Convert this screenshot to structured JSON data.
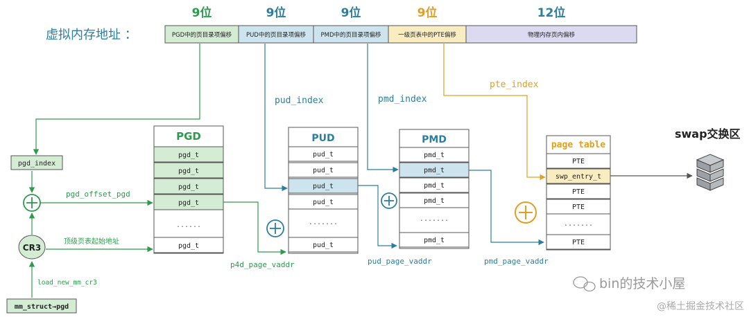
{
  "virtual_address": {
    "label": "虚拟内存地址 ：",
    "fields": [
      {
        "bits": "9位",
        "text": "PGD中的页目录项偏移",
        "color": "#2e9a4e"
      },
      {
        "bits": "9位",
        "text": "PUD中的页目录项偏移",
        "color": "#2b7f9e"
      },
      {
        "bits": "9位",
        "text": "PMD中的页目录项偏移",
        "color": "#2b7f9e"
      },
      {
        "bits": "9位",
        "text": "一级页表中的PTE偏移",
        "color": "#e0a020"
      },
      {
        "bits": "12位",
        "text": "物理内存页内偏移",
        "color": "#2b7f9e"
      }
    ]
  },
  "pgd": {
    "title": "PGD",
    "rows": [
      "pgd_t",
      "pgd_t",
      "pgd_t",
      "pgd_t",
      "......",
      "pgd_t"
    ]
  },
  "pud": {
    "title": "PUD",
    "rows": [
      "pud_t",
      "pud_t",
      "pud_t",
      "pud_t",
      ".......",
      "pud_t"
    ]
  },
  "pmd": {
    "title": "PMD",
    "rows": [
      "pmd_t",
      "pmd_t",
      "pmd_t",
      "pmd_t",
      ".......",
      "pmd_t"
    ]
  },
  "page_table": {
    "title": "page table",
    "rows": [
      "PTE",
      "swp_entry_t",
      "PTE",
      "PTE",
      ".......",
      "PTE"
    ]
  },
  "labels": {
    "pud_index": "pud_index",
    "pmd_index": "pmd_index",
    "pte_index": "pte_index",
    "pgd_index": "pgd_index",
    "pgd_offset_pgd": "pgd_offset_pgd",
    "cr3_desc": "顶级页表起始地址",
    "cr3": "CR3",
    "load_new_mm_cr3": "load_new_mm_cr3",
    "mm_struct": "mm_struct→pgd",
    "p4d_page_vaddr": "p4d_page_vaddr",
    "pud_page_vaddr": "pud_page_vaddr",
    "pmd_page_vaddr": "pmd_page_vaddr",
    "swap": "swap交换区",
    "plus": "+"
  },
  "watermarks": {
    "top": "bin的技术小屋",
    "bottom": "@稀土掘金技术社区"
  },
  "colors": {
    "green": "#2e9a4e",
    "teal": "#2b7f9e",
    "orange": "#e0a020",
    "green_fill": "#d4ecd4",
    "blue_fill": "#cde4ee",
    "purple_fill": "#dcdaf0",
    "yellow_fill": "#f8ecc0"
  }
}
